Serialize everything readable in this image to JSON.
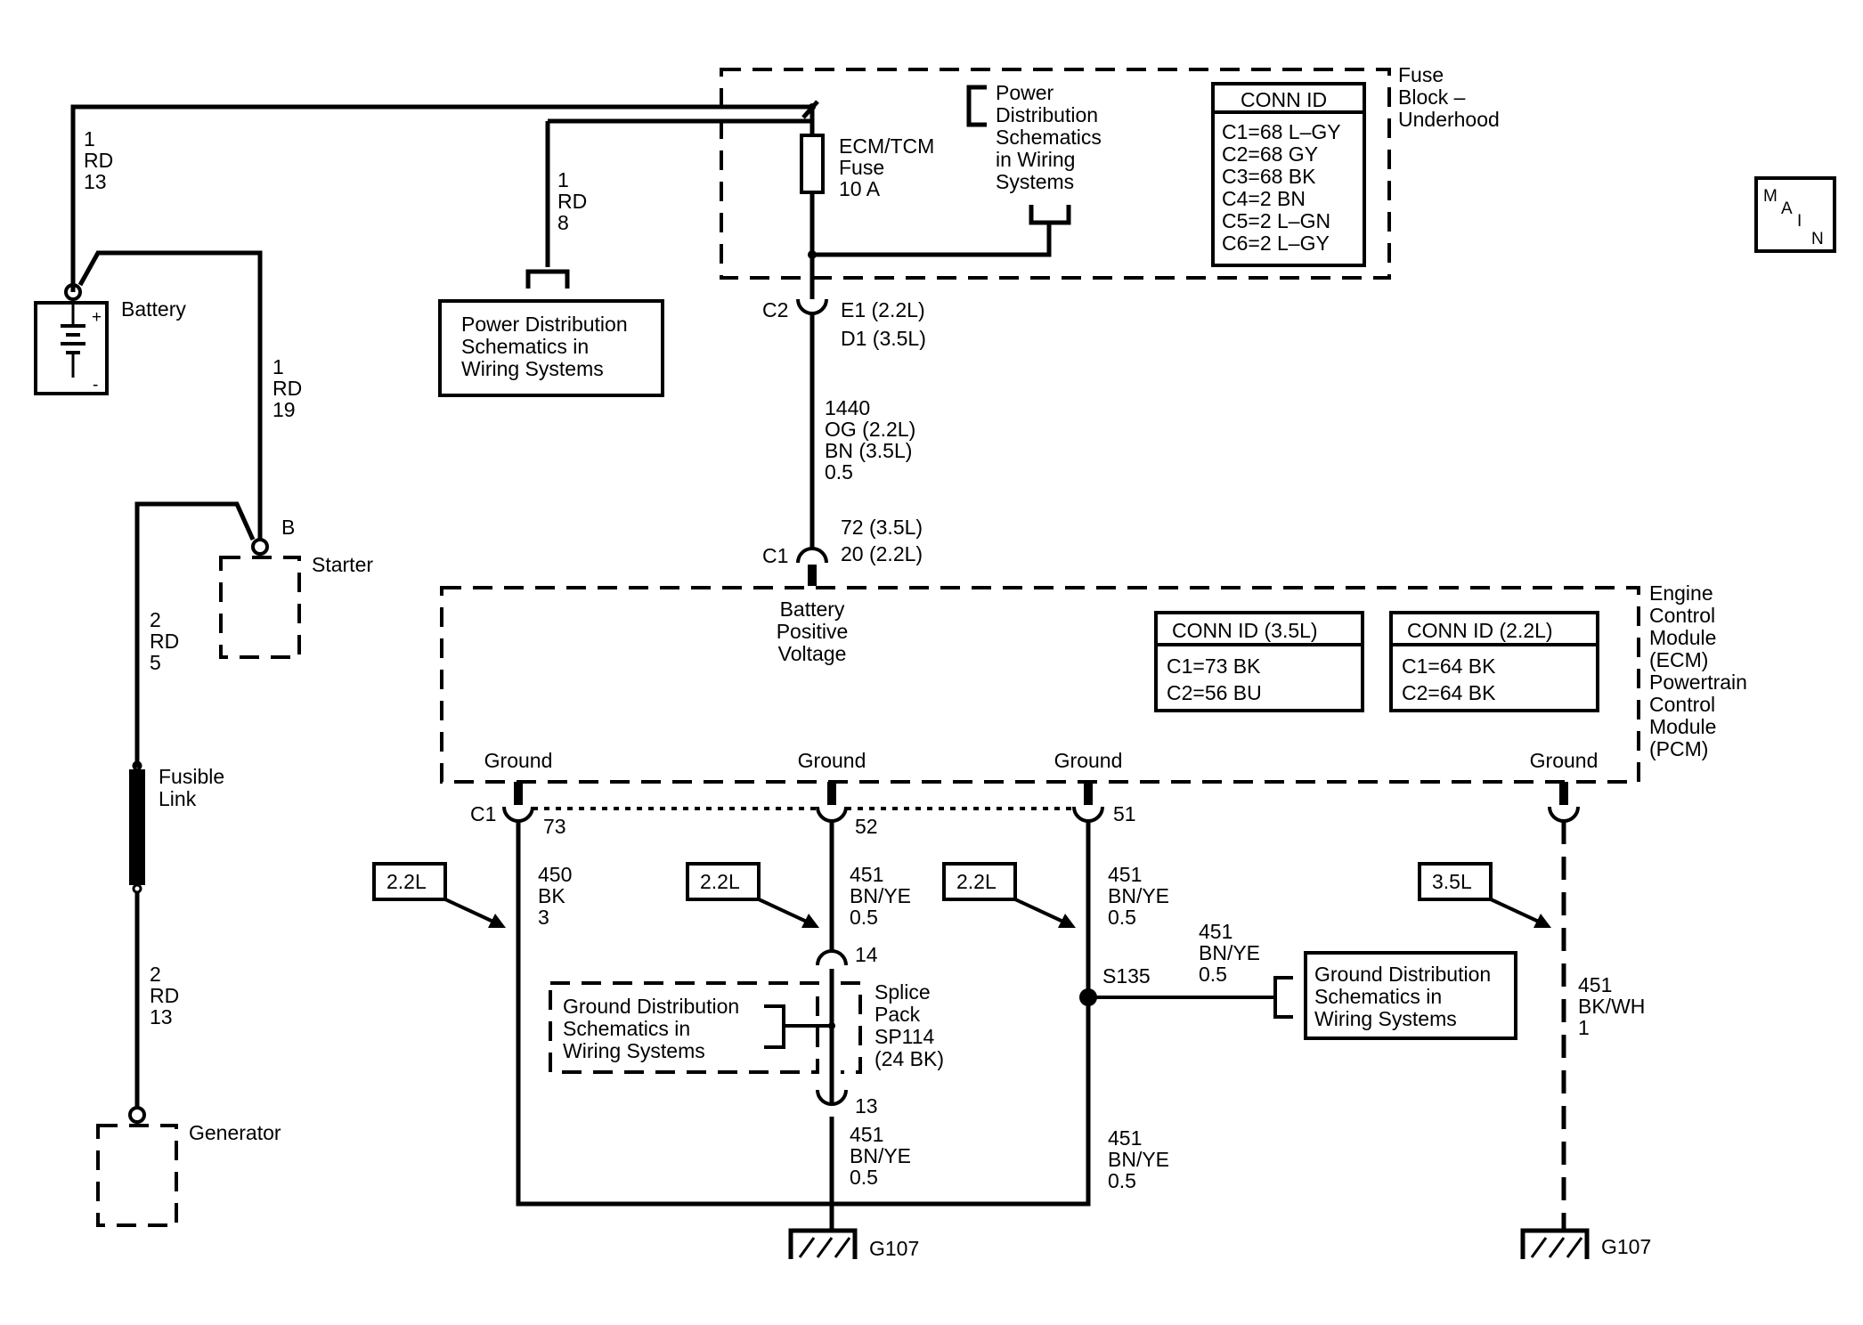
{
  "page_badge": [
    "M",
    "A",
    "I",
    "N"
  ],
  "fuse_block": {
    "name_lines": [
      "Fuse",
      "Block –",
      "Underhood"
    ],
    "conn_title": "CONN ID",
    "conn_rows": [
      "C1=68 L–GY",
      "C2=68 GY",
      "C3=68 BK",
      "C4=2 BN",
      "C5=2 L–GN",
      "C6=2 L–GY"
    ],
    "fuse_lines": [
      "ECM/TCM",
      "Fuse",
      "10 A"
    ],
    "power_ref_lines": [
      "Power",
      "Distribution",
      "Schematics",
      "in Wiring",
      "Systems"
    ]
  },
  "battery": {
    "label": "Battery",
    "plus": "+",
    "minus": "-"
  },
  "starter": {
    "label": "Starter",
    "terminal": "B"
  },
  "generator": {
    "label": "Generator"
  },
  "fusible_link": {
    "lines": [
      "Fusible",
      "Link"
    ]
  },
  "power_dist_box": {
    "lines": [
      "Power Distribution",
      "Schematics in",
      "Wiring Systems"
    ]
  },
  "wires": {
    "battery_feed": [
      "1",
      "RD",
      "13"
    ],
    "power_dist": [
      "1",
      "RD",
      "8"
    ],
    "starter_feed": [
      "1",
      "RD",
      "19"
    ],
    "link_upper": [
      "2",
      "RD",
      "5"
    ],
    "link_lower": [
      "2",
      "RD",
      "13"
    ],
    "ecm_feed": [
      "1440",
      "OG (2.2L)",
      "BN (3.5L)",
      "0.5"
    ],
    "g450": [
      "450",
      "BK",
      "3"
    ],
    "g451_mid": [
      "451",
      "BN/YE",
      "0.5"
    ],
    "g451_right": [
      "451",
      "BN/YE",
      "0.5"
    ],
    "g451_splice_out": [
      "451",
      "BN/YE",
      "0.5"
    ],
    "g451_s135": [
      "451",
      "BN/YE",
      "0.5"
    ],
    "g451_bottom": [
      "451",
      "BN/YE",
      "0.5"
    ],
    "g451_35": [
      "451",
      "BK/WH",
      "1"
    ]
  },
  "connectors": {
    "c2_label": "C2",
    "c2_pins": [
      "E1 (2.2L)",
      "D1 (3.5L)"
    ],
    "c1_label": "C1",
    "c1_pins": [
      "72 (3.5L)",
      "20 (2.2L)"
    ],
    "ground_c1": "C1",
    "ground_pins": [
      "73",
      "52",
      "51"
    ],
    "splice_top_pin": "14",
    "splice_bottom_pin": "13"
  },
  "ecm": {
    "name_lines": [
      "Engine",
      "Control",
      "Module",
      "(ECM)",
      "Powertrain",
      "Control",
      "Module",
      "(PCM)"
    ],
    "bpv_lines": [
      "Battery",
      "Positive",
      "Voltage"
    ],
    "conn35_title": "CONN ID (3.5L)",
    "conn35_rows": [
      "C1=73 BK",
      "C2=56 BU"
    ],
    "conn22_title": "CONN ID (2.2L)",
    "conn22_rows": [
      "C1=64 BK",
      "C2=64 BK"
    ],
    "grounds": [
      "Ground",
      "Ground",
      "Ground",
      "Ground"
    ]
  },
  "engine_tags": [
    "2.2L",
    "2.2L",
    "2.2L",
    "3.5L"
  ],
  "splice_pack": {
    "lines": [
      "Splice",
      "Pack",
      "SP114",
      "(24 BK)"
    ]
  },
  "ground_dist_dashed": {
    "lines": [
      "Ground Distribution",
      "Schematics in",
      "Wiring Systems"
    ]
  },
  "ground_dist_box": {
    "lines": [
      "Ground Distribution",
      "Schematics in",
      "Wiring Systems"
    ]
  },
  "splice_s135": "S135",
  "ground_points": [
    "G107",
    "G107"
  ]
}
